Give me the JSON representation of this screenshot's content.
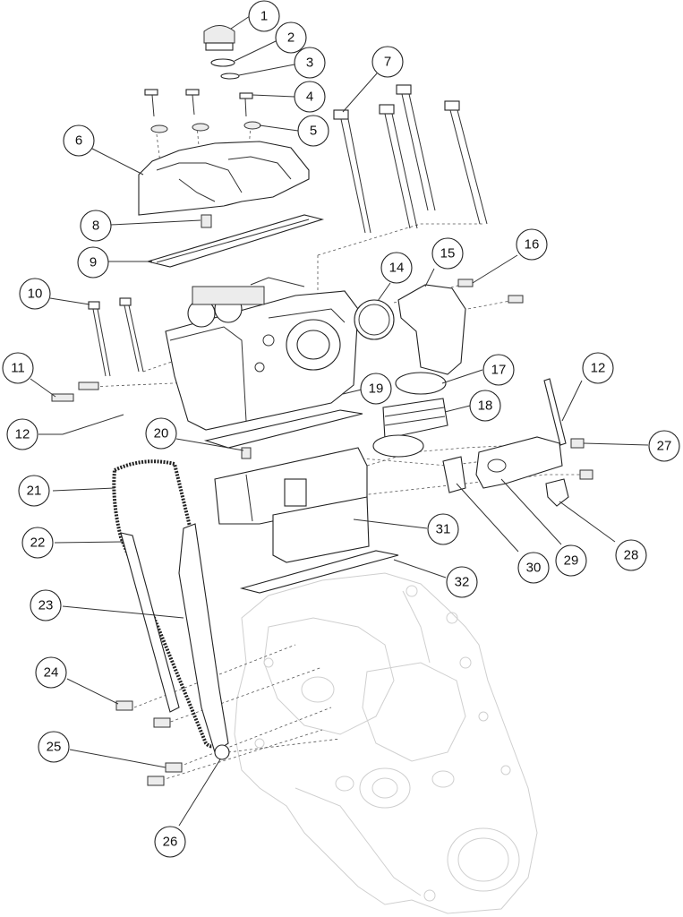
{
  "callouts": [
    {
      "id": "c1",
      "label": "1"
    },
    {
      "id": "c2",
      "label": "2"
    },
    {
      "id": "c3",
      "label": "3"
    },
    {
      "id": "c4",
      "label": "4"
    },
    {
      "id": "c5",
      "label": "5"
    },
    {
      "id": "c6",
      "label": "6"
    },
    {
      "id": "c7",
      "label": "7"
    },
    {
      "id": "c8",
      "label": "8"
    },
    {
      "id": "c9",
      "label": "9"
    },
    {
      "id": "c10",
      "label": "10"
    },
    {
      "id": "c11",
      "label": "11"
    },
    {
      "id": "c12a",
      "label": "12"
    },
    {
      "id": "c12b",
      "label": "12"
    },
    {
      "id": "c14",
      "label": "14"
    },
    {
      "id": "c15",
      "label": "15"
    },
    {
      "id": "c16",
      "label": "16"
    },
    {
      "id": "c17",
      "label": "17"
    },
    {
      "id": "c18",
      "label": "18"
    },
    {
      "id": "c19",
      "label": "19"
    },
    {
      "id": "c20",
      "label": "20"
    },
    {
      "id": "c21",
      "label": "21"
    },
    {
      "id": "c22",
      "label": "22"
    },
    {
      "id": "c23",
      "label": "23"
    },
    {
      "id": "c24",
      "label": "24"
    },
    {
      "id": "c25",
      "label": "25"
    },
    {
      "id": "c26",
      "label": "26"
    },
    {
      "id": "c27",
      "label": "27"
    },
    {
      "id": "c28",
      "label": "28"
    },
    {
      "id": "c29",
      "label": "29"
    },
    {
      "id": "c30",
      "label": "30"
    },
    {
      "id": "c31",
      "label": "31"
    },
    {
      "id": "c32",
      "label": "32"
    }
  ]
}
